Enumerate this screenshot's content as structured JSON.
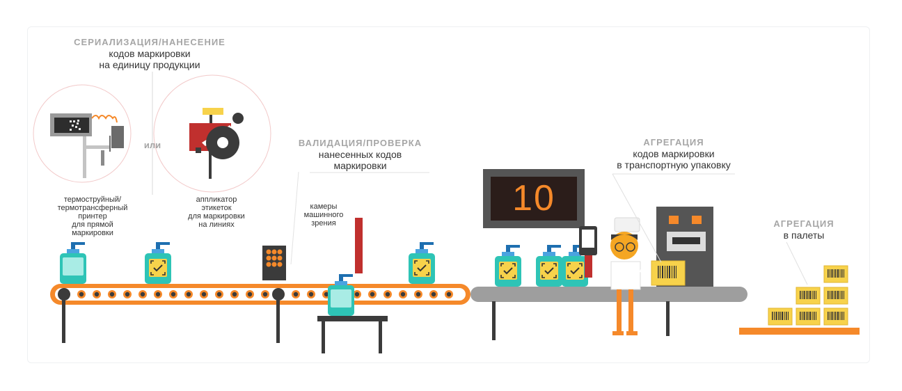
{
  "serialization": {
    "title": "СЕРИАЛИЗАЦИЯ/НАНЕСЕНИЕ",
    "line1": "кодов маркировки",
    "line2": "на единицу продукции",
    "or": "или",
    "printer": [
      "термоструйный/",
      "термотрансферный",
      "принтер",
      "для прямой",
      "маркировки"
    ],
    "applicator": [
      "аппликатор",
      "этикеток",
      "для маркировки",
      "на линиях"
    ]
  },
  "validation": {
    "title": "ВАЛИДАЦИЯ/ПРОВЕРКА",
    "line1": "нанесенных кодов",
    "line2": "маркировки",
    "camera": [
      "камеры",
      "машинного",
      "зрения"
    ]
  },
  "aggregation_box": {
    "title": "АГРЕГАЦИЯ",
    "line1": "кодов маркировки",
    "line2": "в транспортную упаковку",
    "counter": "10"
  },
  "aggregation_pallet": {
    "title": "АГРЕГАЦИЯ",
    "line1": "в палеты"
  },
  "colors": {
    "orange": "#f5892a",
    "teal": "#2ec4b6",
    "yellow": "#f7d24b",
    "dark": "#3b3b3b",
    "red": "#c0302e",
    "gray": "#9e9e9e"
  }
}
